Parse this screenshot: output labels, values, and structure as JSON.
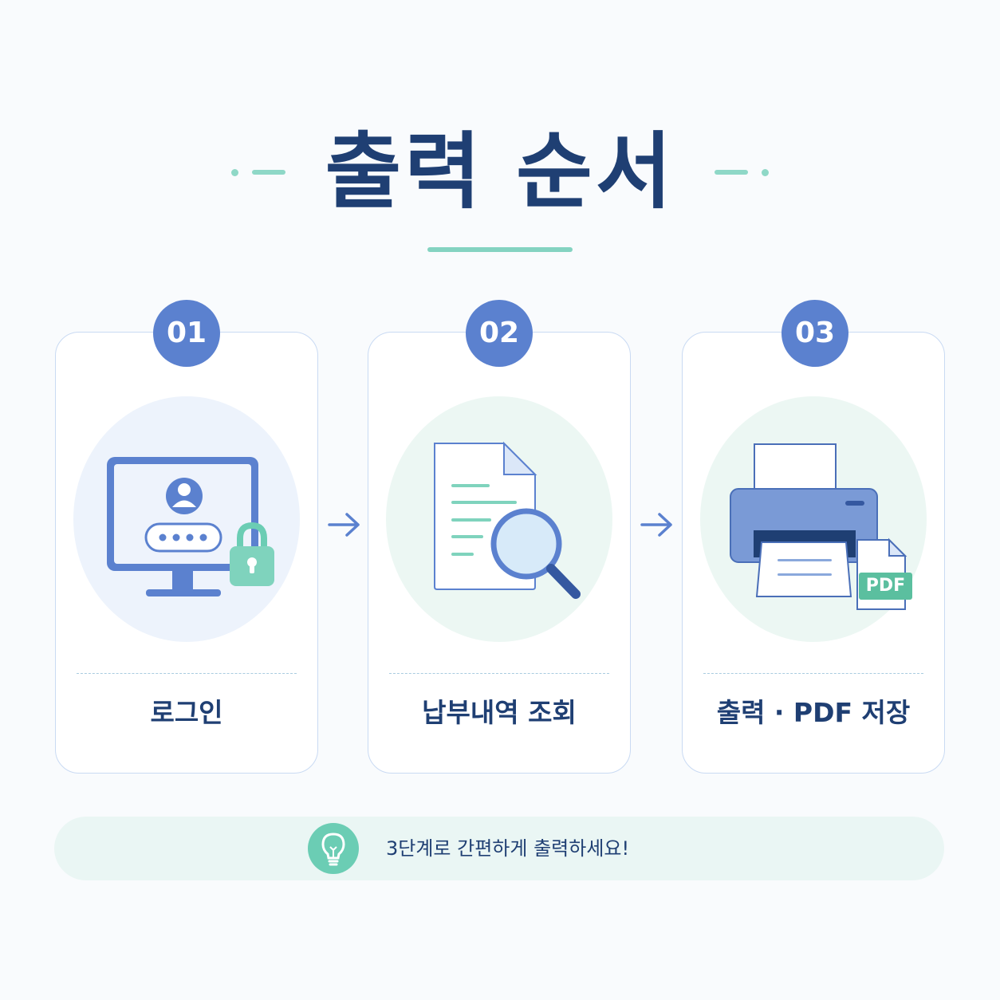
{
  "header": {
    "title": "출력 순서"
  },
  "steps": [
    {
      "number": "01",
      "label": "로그인",
      "icon": "computer-login-lock-icon"
    },
    {
      "number": "02",
      "label": "납부내역 조회",
      "icon": "document-search-icon"
    },
    {
      "number": "03",
      "label": "출력 · PDF 저장",
      "icon": "printer-pdf-icon",
      "pdf_tag": "PDF"
    }
  ],
  "tip": {
    "text": "3단계로 간편하게 출력하세요!",
    "icon": "lightbulb-icon"
  },
  "colors": {
    "primary_navy": "#1f3f73",
    "accent_blue": "#5b81cf",
    "accent_mint": "#6bcdb4",
    "card_border": "#c9daf3"
  }
}
